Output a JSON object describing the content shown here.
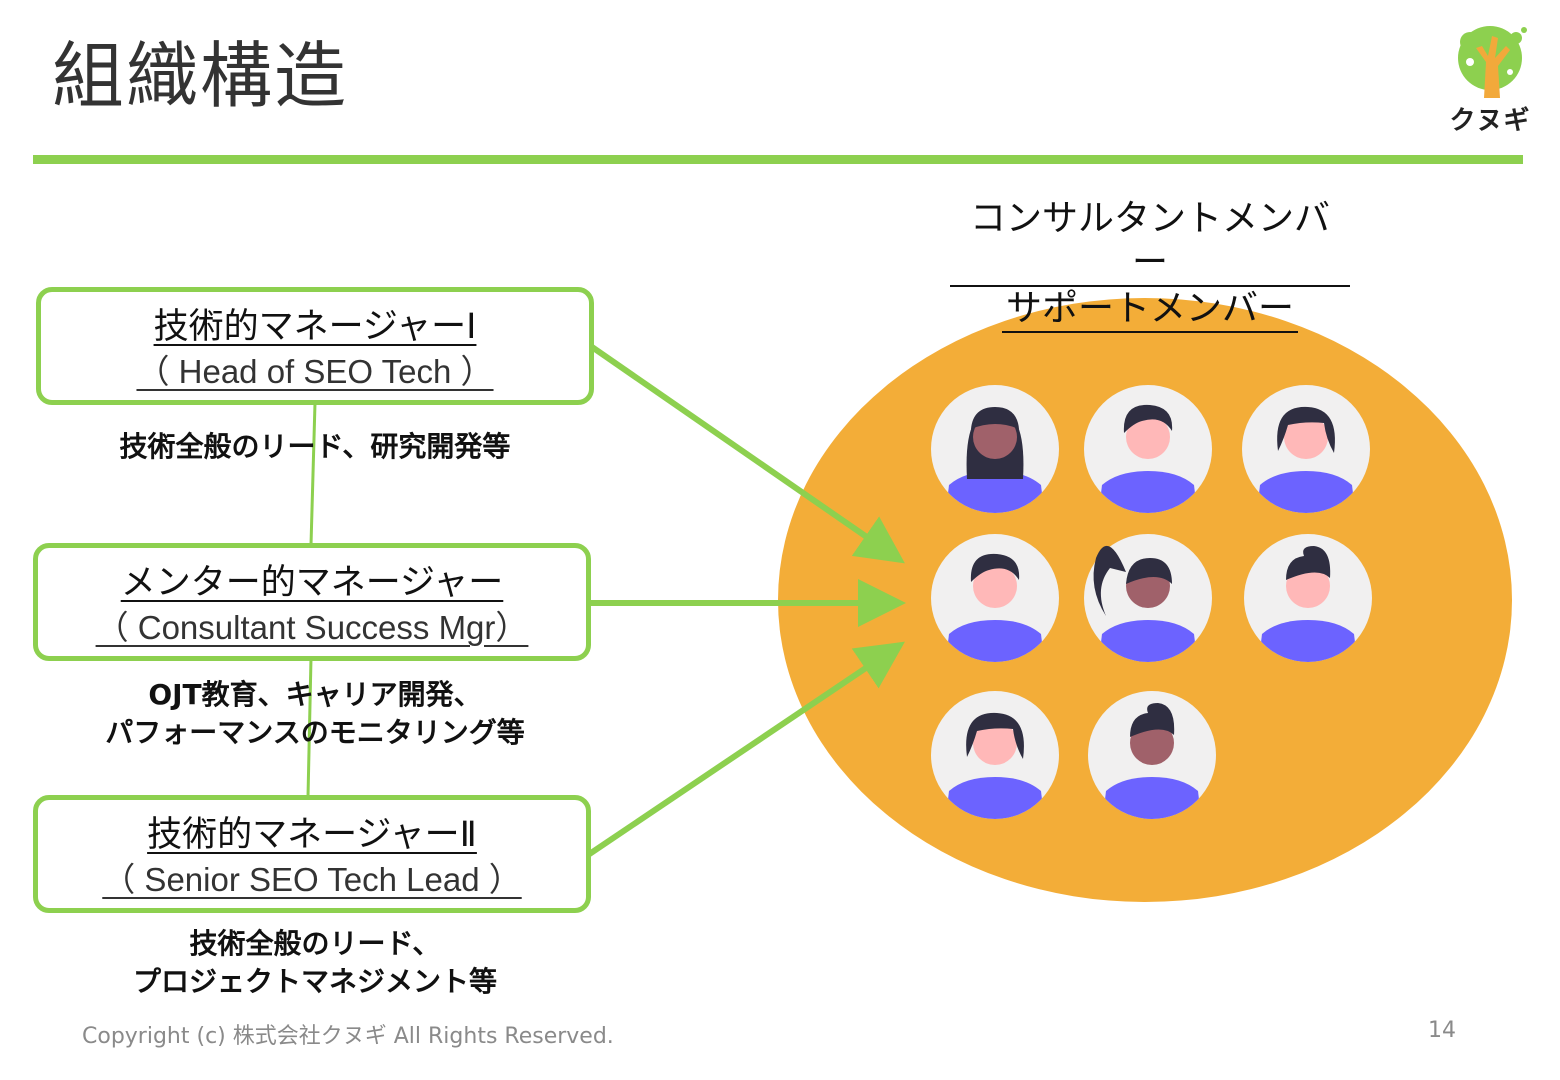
{
  "title": "組織構造",
  "logo": {
    "text": "クヌギ",
    "green": "#8dd04f",
    "orange": "#f2a93b"
  },
  "colors": {
    "accent_green": "#8dd04f",
    "ellipse_orange": "#f3ad38",
    "avatar_bg": "#f1f0f0",
    "shirt": "#6c63ff"
  },
  "roles": [
    {
      "title": "技術的マネージャーⅠ",
      "subtitle": "（ Head of SEO Tech ）",
      "description_lines": [
        "技術全般のリード、研究開発等"
      ]
    },
    {
      "title": "メンター的マネージャー",
      "subtitle": "（ Consultant Success Mgr）",
      "description_lines": [
        "OJT教育、キャリア開発、",
        "パフォーマンスのモニタリング等"
      ]
    },
    {
      "title": "技術的マネージャーⅡ",
      "subtitle": "（ Senior  SEO Tech Lead ）",
      "description_lines": [
        "技術全般のリード、",
        "プロジェクトマネジメント等"
      ]
    }
  ],
  "members": {
    "line1": "コンサルタントメンバー",
    "line2": "サポートメンバー",
    "avatar_count": 8
  },
  "footer": {
    "copyright": "Copyright (c) 株式会社クヌギ All Rights Reserved.",
    "page_number": "14"
  }
}
